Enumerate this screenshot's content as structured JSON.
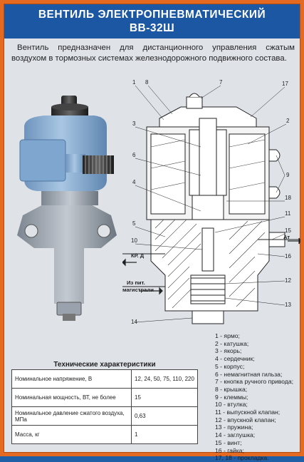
{
  "title": {
    "line1": "ВЕНТИЛЬ ЭЛЕКТРОПНЕВМАТИЧЕСКИЙ",
    "line2": "ВВ-32Ш"
  },
  "intro": "Вентиль предназначен для дистанционного управления сжатым воздухом в тормозных системах железнодорожного подвижного состава.",
  "diagram": {
    "numbers": [
      "1",
      "8",
      "7",
      "17",
      "3",
      "2",
      "6",
      "9",
      "4",
      "18",
      "11",
      "5",
      "10",
      "15",
      "16",
      "12",
      "13",
      "14"
    ],
    "labels": {
      "at": "Ат",
      "krd": "КР. Д",
      "supply_1": "Из пит.",
      "supply_2": "магистрали"
    }
  },
  "legend": [
    "1 - ярмо;",
    "2 - катушка;",
    "3 - якорь;",
    "4 - сердечник;",
    "5 - корпус;",
    "6 - немагнитная гильза;",
    "7 - кнопка ручного привода;",
    "8 - крышка;",
    "9 - клеммы;",
    "10 - втулка;",
    "11 - выпускной клапан;",
    "12 - впускной клапан;",
    "13 - пружина;",
    "14 - заглушка;",
    "15 - винт;",
    "16 - гайка;",
    "17, 18 - прокладка."
  ],
  "specs": {
    "title": "Технические характеристики",
    "rows": [
      {
        "name": "Номинальное напряжение, В",
        "value": "12, 24, 50, 75, 110, 220"
      },
      {
        "name": "Номинальная мощность, ВТ, не более",
        "value": "15"
      },
      {
        "name": "Номинальное давление сжатого воздуха, МПа",
        "value": "0,63"
      },
      {
        "name": "Масса, кг",
        "value": "1"
      }
    ]
  },
  "colors": {
    "frame": "#e46a22",
    "title_bg": "#1b57a3",
    "panel": "#dfe3e8",
    "photo_body": "#8fb4d8"
  }
}
